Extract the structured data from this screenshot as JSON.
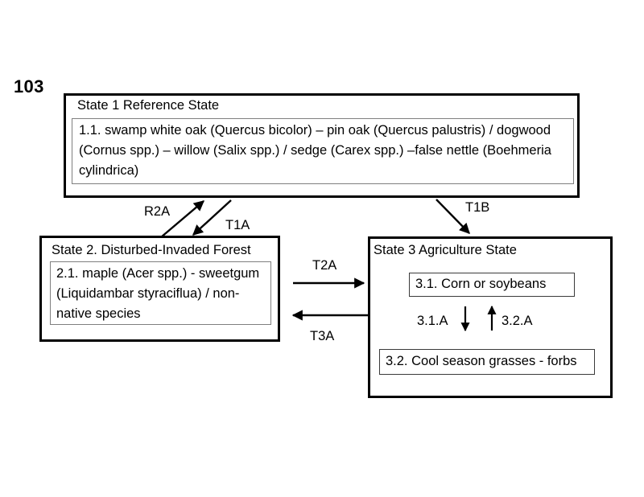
{
  "figure": {
    "number": "103"
  },
  "states": [
    {
      "id": "state1",
      "title": "State 1 Reference State",
      "phases": [
        {
          "id": "1.1",
          "text": "1.1. swamp white oak (Quercus bicolor) – pin oak (Quercus palustris) / dogwood (Cornus spp.) – willow (Salix spp.) / sedge (Carex spp.) –false nettle (Boehmeria cylindrica)"
        }
      ]
    },
    {
      "id": "state2",
      "title": "State 2. Disturbed-Invaded Forest",
      "phases": [
        {
          "id": "2.1",
          "text": "2.1. maple (Acer spp.) - sweetgum (Liquidambar styraciflua) / non-native species"
        }
      ]
    },
    {
      "id": "state3",
      "title": "State 3  Agriculture State",
      "phases": [
        {
          "id": "3.1",
          "text": "3.1. Corn or soybeans"
        },
        {
          "id": "3.2",
          "text": "3.2. Cool season grasses - forbs"
        }
      ]
    }
  ],
  "transitions": [
    {
      "id": "R2A",
      "label": "R2A",
      "from": "state2",
      "to": "state1",
      "direction": "up-right"
    },
    {
      "id": "T1A",
      "label": "T1A",
      "from": "state1",
      "to": "state2",
      "direction": "down-left"
    },
    {
      "id": "T1B",
      "label": "T1B",
      "from": "state1",
      "to": "state3",
      "direction": "down-right"
    },
    {
      "id": "T2A",
      "label": "T2A",
      "from": "state2",
      "to": "state3",
      "direction": "right"
    },
    {
      "id": "T3A",
      "label": "T3A",
      "from": "state3",
      "to": "state2",
      "direction": "left"
    },
    {
      "id": "3.1.A",
      "label": "3.1.A",
      "from": "3.1",
      "to": "3.2",
      "direction": "down"
    },
    {
      "id": "3.2.A",
      "label": "3.2.A",
      "from": "3.2",
      "to": "3.1",
      "direction": "up"
    }
  ],
  "colors": {
    "border": "#000000",
    "inner_border": "#7f7f7f",
    "background": "#ffffff",
    "text": "#000000"
  }
}
